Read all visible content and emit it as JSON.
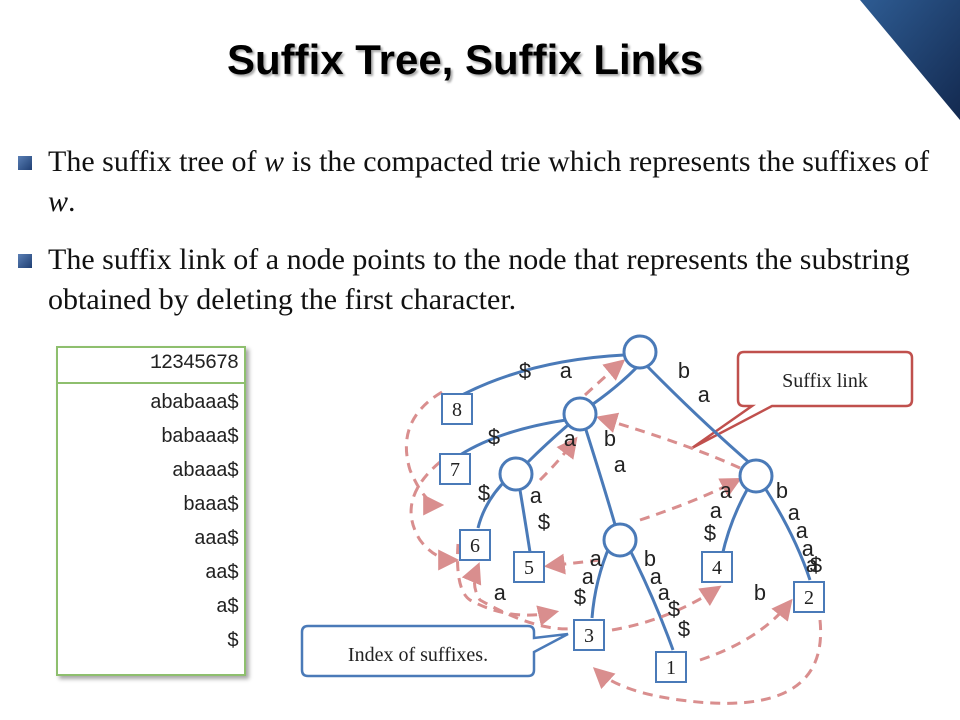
{
  "title": "Suffix Tree, Suffix Links",
  "bullets": [
    {
      "pre": "The suffix tree of ",
      "var1": "w",
      "mid": " is the compacted trie which represents the suffixes of ",
      "var2": "w",
      "post": "."
    },
    {
      "text": "The suffix link of a node points to the node that represents the substring obtained by deleting the first character."
    }
  ],
  "string_box": {
    "header": "12345678",
    "rows": [
      "ababaaa$",
      "babaaa$",
      "abaaa$",
      "baaa$",
      "aaa$",
      "aa$",
      "a$",
      "$"
    ]
  },
  "callouts": {
    "suffix_link": "Suffix link",
    "index": "Index of suffixes."
  },
  "leaves": [
    "8",
    "7",
    "6",
    "5",
    "4",
    "3",
    "2",
    "1"
  ],
  "edge_labels": [
    "$",
    "a",
    "b",
    "a",
    "$",
    "a",
    "b",
    "a",
    "$",
    "a",
    "$",
    "a",
    "b",
    "a",
    "$",
    "a",
    "a",
    "$",
    "a",
    "b",
    "a",
    "$",
    "a",
    "a",
    "$",
    "b",
    "a",
    "a",
    "a",
    "$"
  ],
  "colors": {
    "tree_edge": "#4a7ab8",
    "suffix_link": "#d98e8e",
    "node_fill": "#ffffff",
    "leaf_border": "#4a7ab8",
    "callout_red": "#c0504d",
    "callout_blue": "#4a7ab8",
    "box_border": "#8ebf6e"
  }
}
